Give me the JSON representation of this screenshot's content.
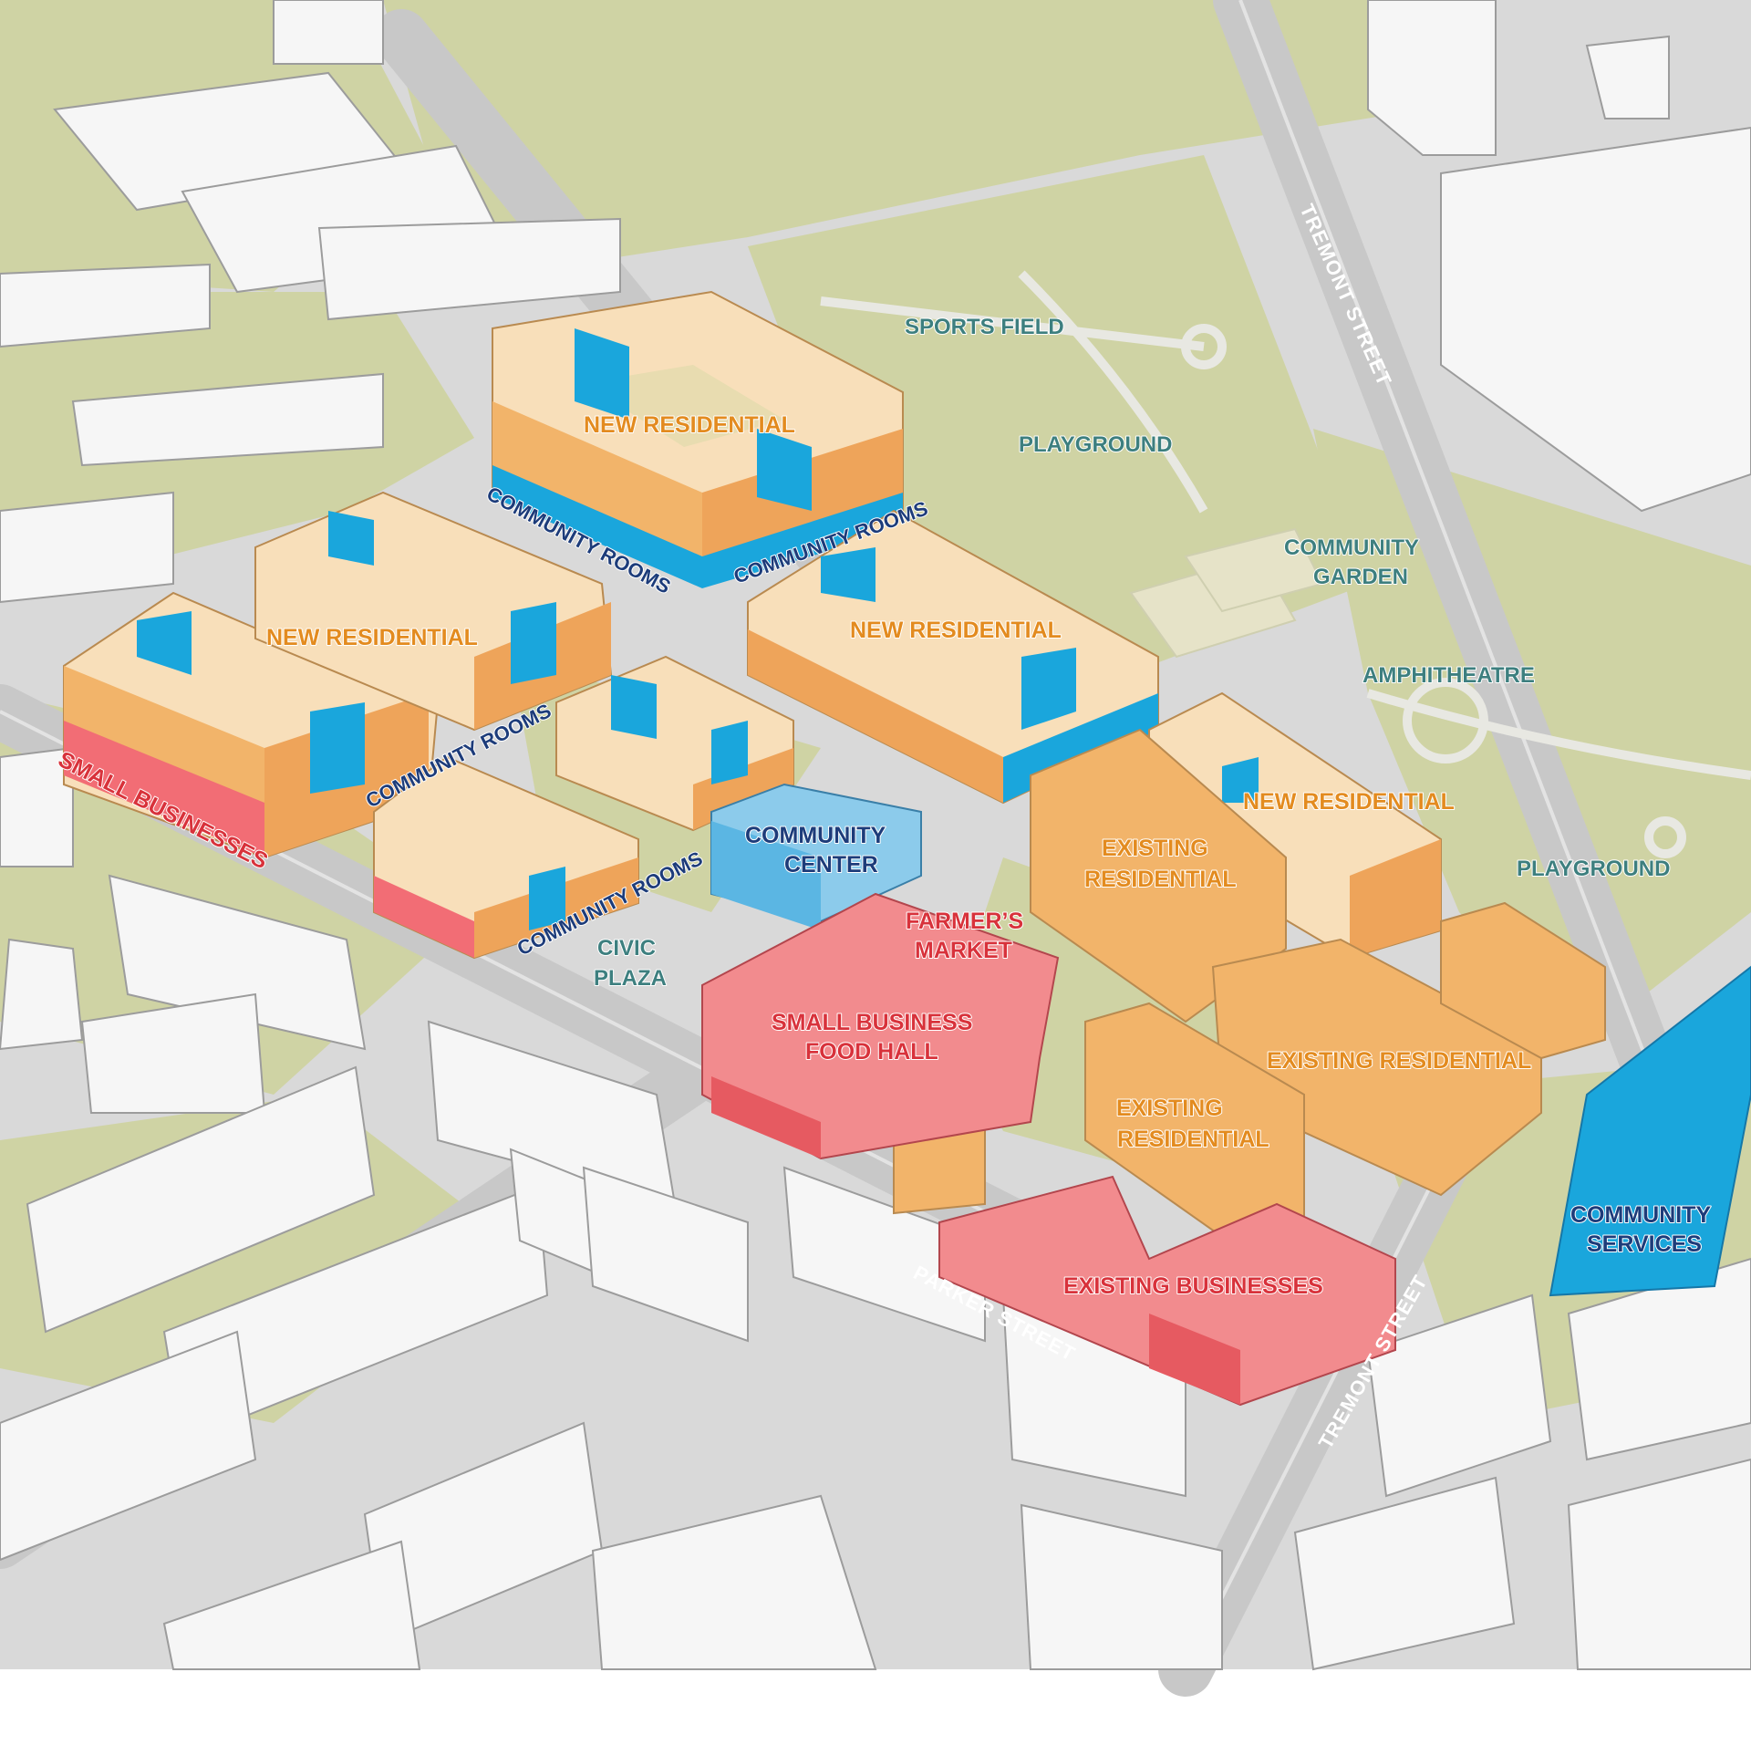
{
  "colors": {
    "grass": "#cfd3a4",
    "road": "#d9d9d9",
    "road_edge": "#c4c4c4",
    "path": "#e6e6e0",
    "white_building": "#f6f6f6",
    "residential": "#f2b46a",
    "residential_roof": "#f8dfba",
    "community": "#1aa6dc",
    "community_light": "#8ccbeb",
    "business": "#f28b8e",
    "business_dark": "#e65a61",
    "label_orange": "#e38b1f",
    "label_teal": "#3d7f7f",
    "label_navy": "#1d3c7a",
    "label_red": "#d8323b"
  },
  "labels": {
    "sports_field": "SPORTS FIELD",
    "playground_1": "PLAYGROUND",
    "playground_2": "PLAYGROUND",
    "community_garden_1": "COMMUNITY",
    "community_garden_2": "GARDEN",
    "amphitheatre": "AMPHITHEATRE",
    "new_residential_1": "NEW RESIDENTIAL",
    "new_residential_2": "NEW RESIDENTIAL",
    "new_residential_3": "NEW RESIDENTIAL",
    "new_residential_4": "NEW RESIDENTIAL",
    "community_rooms_1": "COMMUNITY ROOMS",
    "community_rooms_2": "COMMUNITY ROOMS",
    "community_rooms_3": "COMMUNITY ROOMS",
    "community_rooms_4": "COMMUNITY ROOMS",
    "small_businesses": "SMALL BUSINESSES",
    "community_center_1": "COMMUNITY",
    "community_center_2": "CENTER",
    "civic_plaza_1": "CIVIC",
    "civic_plaza_2": "PLAZA",
    "farmers_market_1": "FARMER’S",
    "farmers_market_2": "MARKET",
    "food_hall_1": "SMALL BUSINESS",
    "food_hall_2": "FOOD HALL",
    "existing_residential_a1": "EXISTING",
    "existing_residential_a2": "RESIDENTIAL",
    "existing_residential_b": "EXISTING RESIDENTIAL",
    "existing_residential_c1": "EXISTING",
    "existing_residential_c2": "RESIDENTIAL",
    "existing_businesses": "EXISTING BUSINESSES",
    "community_services_1": "COMMUNITY",
    "community_services_2": "SERVICES",
    "tremont_street_top": "TREMONT STREET",
    "tremont_street_bottom": "TREMONT STREET",
    "parker_street": "PARKER STREET"
  }
}
